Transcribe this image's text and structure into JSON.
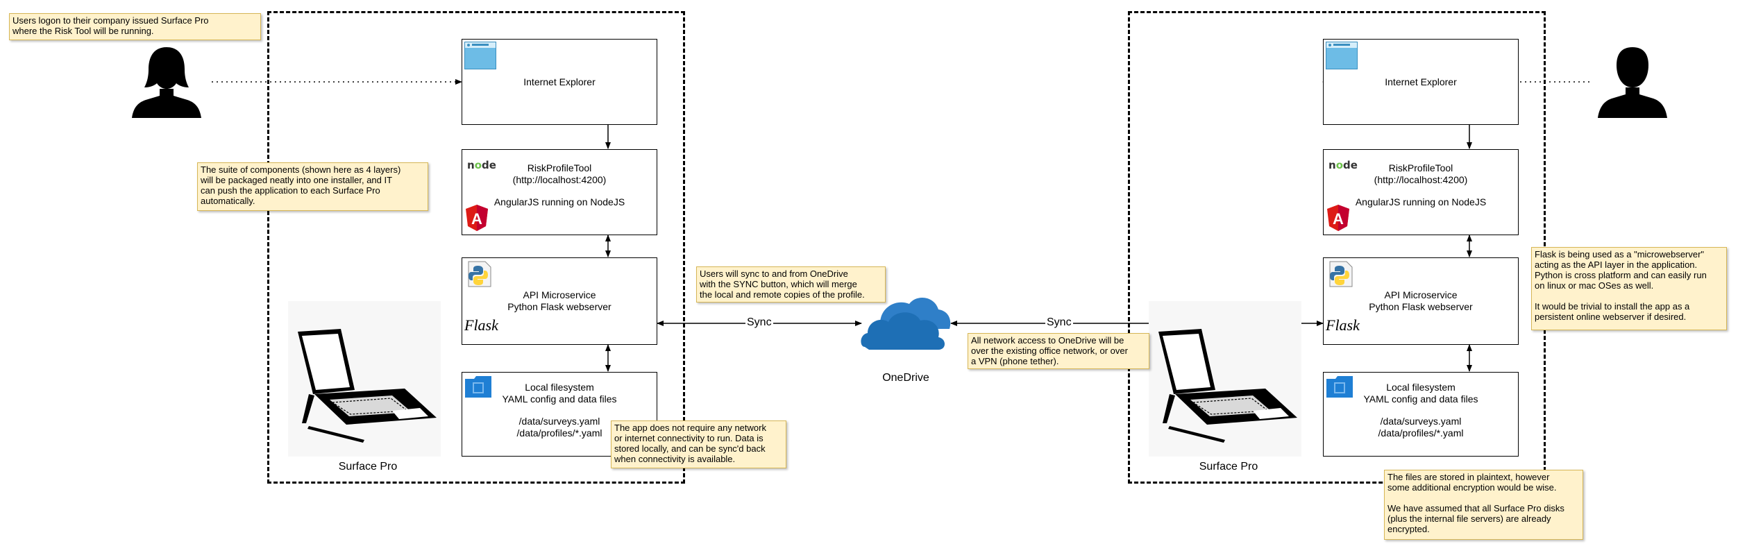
{
  "left": {
    "internet_explorer": "Internet Explorer",
    "risk_tool": {
      "title": "RiskProfileTool",
      "url": "(http://localhost:4200)",
      "angular": "AngularJS running on NodeJS"
    },
    "api": {
      "line1": "API Microservice",
      "line2": "Python Flask webserver"
    },
    "filesystem": {
      "line1": "Local filesystem",
      "line2": "YAML config and data files",
      "line3": "/data/surveys.yaml",
      "line4": "/data/profiles/*.yaml"
    },
    "device_label": "Surface Pro"
  },
  "right": {
    "internet_explorer": "Internet Explorer",
    "risk_tool": {
      "title": "RiskProfileTool",
      "url": "(http://localhost:4200)",
      "angular": "AngularJS running on NodeJS"
    },
    "api": {
      "line1": "API Microservice",
      "line2": "Python Flask webserver"
    },
    "filesystem": {
      "line1": "Local filesystem",
      "line2": "YAML config and data files",
      "line3": "/data/surveys.yaml",
      "line4": "/data/profiles/*.yaml"
    },
    "device_label": "Surface Pro"
  },
  "cloud_label": "OneDrive",
  "sync_left": "Sync",
  "sync_right": "Sync",
  "icons": {
    "node_logo": "node",
    "node_o": "o",
    "flask_logo": "Flask",
    "angular_letter": "A"
  },
  "notes": {
    "logon": "Users logon to their company issued Surface Pro\nwhere the Risk Tool will be running.",
    "suite": "The suite of components (shown here as 4 layers)\nwill be packaged neatly into one installer, and IT\ncan push the application to each Surface Pro\nautomatically.",
    "sync": "Users will sync to and from OneDrive\nwith the SYNC button, which will merge\nthe local and remote copies of the profile.",
    "offline": "The app does not require any network\nor internet connectivity to run. Data is\nstored locally, and can be sync'd back\nwhen connectivity is available.",
    "network": "All network access to OneDrive will be\nover the existing office network, or over\na VPN (phone tether).",
    "flask": "Flask is being used as a \"microwebserver\"\nacting as the API layer in the application.\nPython is cross platform and can easily run\non linux or mac OSes as well.\n\nIt would be trivial to install the app as a\npersistent online webserver if desired.",
    "plaintext": "The files are stored in plaintext, however\nsome additional encryption would be wise.\n\nWe have assumed that all Surface Pro disks\n(plus the internal file servers) are already\nencrypted."
  },
  "colors": {
    "note_fill": "#fff2cc",
    "note_border": "#d6b656",
    "cloud": "#1e6fb5",
    "angular": "#dd1b16",
    "ie": "#6dbce6",
    "folder": "#1f7fd4"
  }
}
